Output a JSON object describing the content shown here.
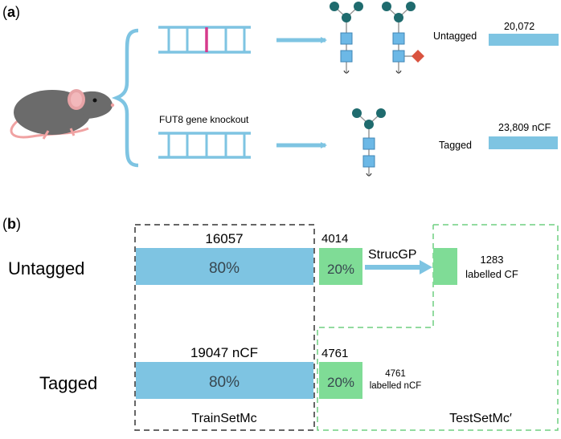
{
  "panel_a": {
    "label_open": "(",
    "label_letter": "a",
    "label_close": ")",
    "knockout_label": "FUT8 gene knockout",
    "rows": [
      {
        "name": "Untagged",
        "count": "20,072"
      },
      {
        "name": "Tagged",
        "count": "23,809 nCF"
      }
    ]
  },
  "panel_b": {
    "label_open": "(",
    "label_letter": "b",
    "label_close": ")",
    "untagged": {
      "label": "Untagged",
      "train_count": "16057",
      "train_pct": "80%",
      "test_count": "4014",
      "test_pct": "20%",
      "tool": "StrucGP",
      "result_line1": "1283",
      "result_line2": "labelled CF"
    },
    "tagged": {
      "label": "Tagged",
      "train_count": "19047 nCF",
      "train_pct": "80%",
      "test_count": "4761",
      "test_pct": "20%",
      "result_line1": "4761",
      "result_line2": "labelled nCF"
    },
    "train_set_label": "TrainSetMc",
    "test_set_label": "TestSetMc′"
  },
  "colors": {
    "blue": "#7ec4e2",
    "green": "#7fdc96",
    "dashed_black": "#333333",
    "dashed_green": "#6fcf80",
    "glycan_node": "#1f6b6e",
    "hex_unit": "#6cb8e6",
    "fucose": "#d9533f",
    "dna_mark": "#d63a8c"
  }
}
